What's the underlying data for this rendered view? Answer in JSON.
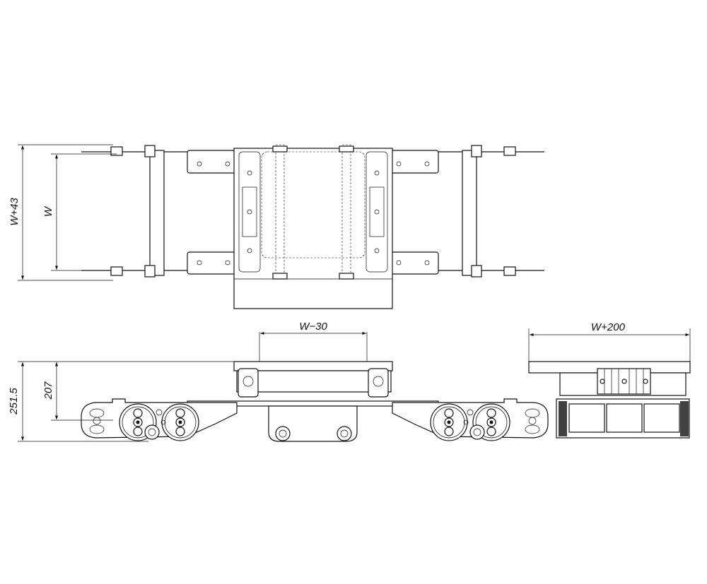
{
  "dimensions": {
    "top_outer_width": "W+43",
    "top_inner_width": "W",
    "side_width": "W−30",
    "front_width": "W+200",
    "total_height": "251.5",
    "axis_height": "207"
  }
}
